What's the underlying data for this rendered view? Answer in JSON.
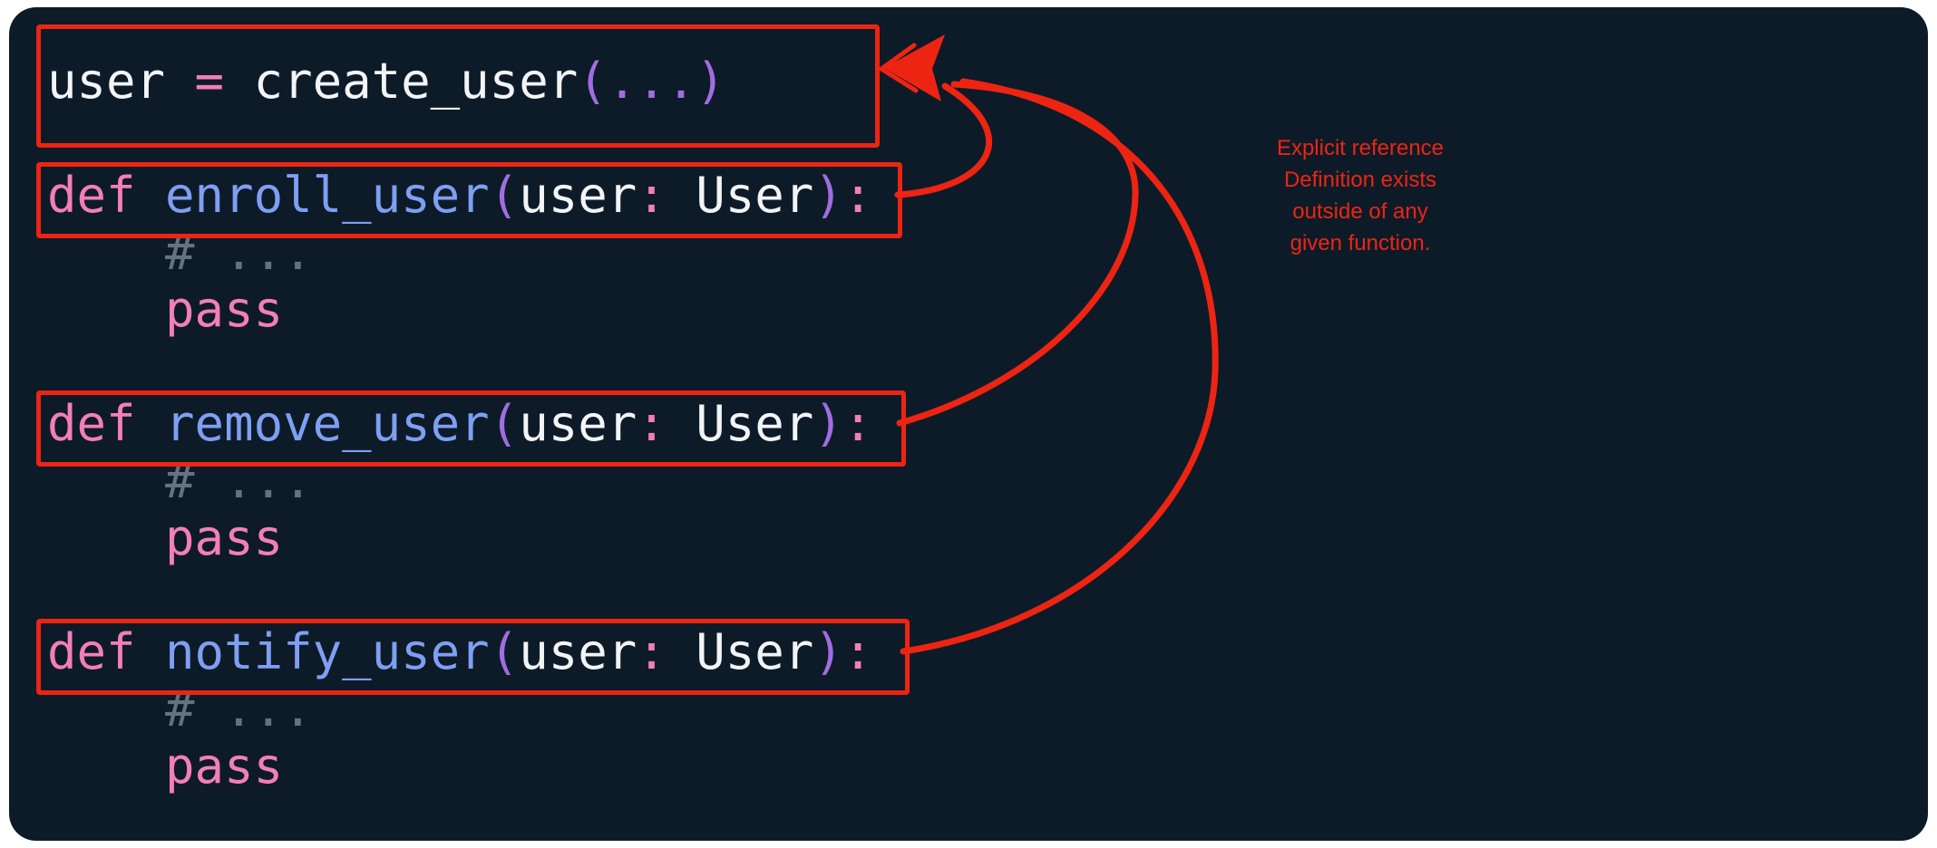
{
  "colors": {
    "page_bg": "#ffffff",
    "panel_bg": "#0d1b28",
    "code_white": "#f2f4f6",
    "code_pink": "#f37fb5",
    "code_blue": "#7e9ff2",
    "code_purple": "#a06ee0",
    "code_gray": "#64737f",
    "annotation_red": "#ee2413"
  },
  "code": {
    "lines": [
      {
        "tokens": [
          {
            "t": "user",
            "c": "white"
          },
          {
            "t": " = ",
            "c": "pink"
          },
          {
            "t": "create_user",
            "c": "white"
          },
          {
            "t": "(...)",
            "c": "purple"
          }
        ]
      },
      {
        "tokens": []
      },
      {
        "tokens": [
          {
            "t": "def ",
            "c": "pink"
          },
          {
            "t": "enroll_user",
            "c": "blue"
          },
          {
            "t": "(",
            "c": "purple"
          },
          {
            "t": "user",
            "c": "white"
          },
          {
            "t": ": ",
            "c": "pink"
          },
          {
            "t": "User",
            "c": "white"
          },
          {
            "t": ")",
            "c": "purple"
          },
          {
            "t": ":",
            "c": "pink"
          }
        ]
      },
      {
        "tokens": [
          {
            "t": "    # ...",
            "c": "gray"
          }
        ]
      },
      {
        "tokens": [
          {
            "t": "    pass",
            "c": "pink"
          }
        ]
      },
      {
        "tokens": []
      },
      {
        "tokens": [
          {
            "t": "def ",
            "c": "pink"
          },
          {
            "t": "remove_user",
            "c": "blue"
          },
          {
            "t": "(",
            "c": "purple"
          },
          {
            "t": "user",
            "c": "white"
          },
          {
            "t": ": ",
            "c": "pink"
          },
          {
            "t": "User",
            "c": "white"
          },
          {
            "t": ")",
            "c": "purple"
          },
          {
            "t": ":",
            "c": "pink"
          }
        ]
      },
      {
        "tokens": [
          {
            "t": "    # ...",
            "c": "gray"
          }
        ]
      },
      {
        "tokens": [
          {
            "t": "    pass",
            "c": "pink"
          }
        ]
      },
      {
        "tokens": []
      },
      {
        "tokens": [
          {
            "t": "def ",
            "c": "pink"
          },
          {
            "t": "notify_user",
            "c": "blue"
          },
          {
            "t": "(",
            "c": "purple"
          },
          {
            "t": "user",
            "c": "white"
          },
          {
            "t": ": ",
            "c": "pink"
          },
          {
            "t": "User",
            "c": "white"
          },
          {
            "t": ")",
            "c": "purple"
          },
          {
            "t": ":",
            "c": "pink"
          }
        ]
      },
      {
        "tokens": [
          {
            "t": "    # ...",
            "c": "gray"
          }
        ]
      },
      {
        "tokens": [
          {
            "t": "    pass",
            "c": "pink"
          }
        ]
      }
    ]
  },
  "annotation": {
    "lines": [
      "Explicit reference",
      "Definition exists",
      "outside of any",
      "given function."
    ]
  }
}
